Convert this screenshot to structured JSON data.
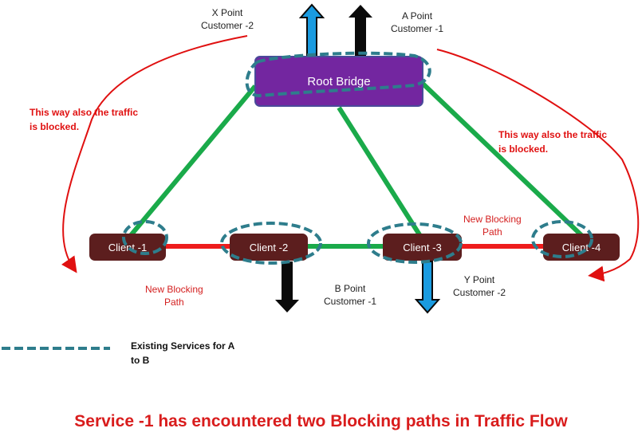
{
  "nodes": {
    "root_bridge": "Root Bridge",
    "client1": "Client -1",
    "client2": "Client -2",
    "client3": "Client -3",
    "client4": "Client -4"
  },
  "points": {
    "x_point": "X Point\nCustomer -2",
    "a_point": "A Point\nCustomer -1",
    "b_point": "B Point\nCustomer -1",
    "y_point": "Y Point\nCustomer -2"
  },
  "annotations": {
    "blocked_left": "This way also the traffic\nis blocked.",
    "blocked_right": "This way also the traffic\nis blocked.",
    "new_blocking_left": "New Blocking\nPath",
    "new_blocking_right": "New Blocking\nPath"
  },
  "legend": {
    "existing_services": "Existing Services for A\nto B"
  },
  "caption": "Service -1 has encountered two Blocking paths in Traffic Flow",
  "colors": {
    "active_link": "#1aaa4a",
    "blocked_link": "#ee1c1c",
    "service_path": "#2e7d8c",
    "customer1_arrow": "#0a0a0a",
    "customer2_arrow": "#1a9be0",
    "root_bridge": "#7326a0",
    "client": "#5c1e1e",
    "annotation_red": "#e01010"
  }
}
